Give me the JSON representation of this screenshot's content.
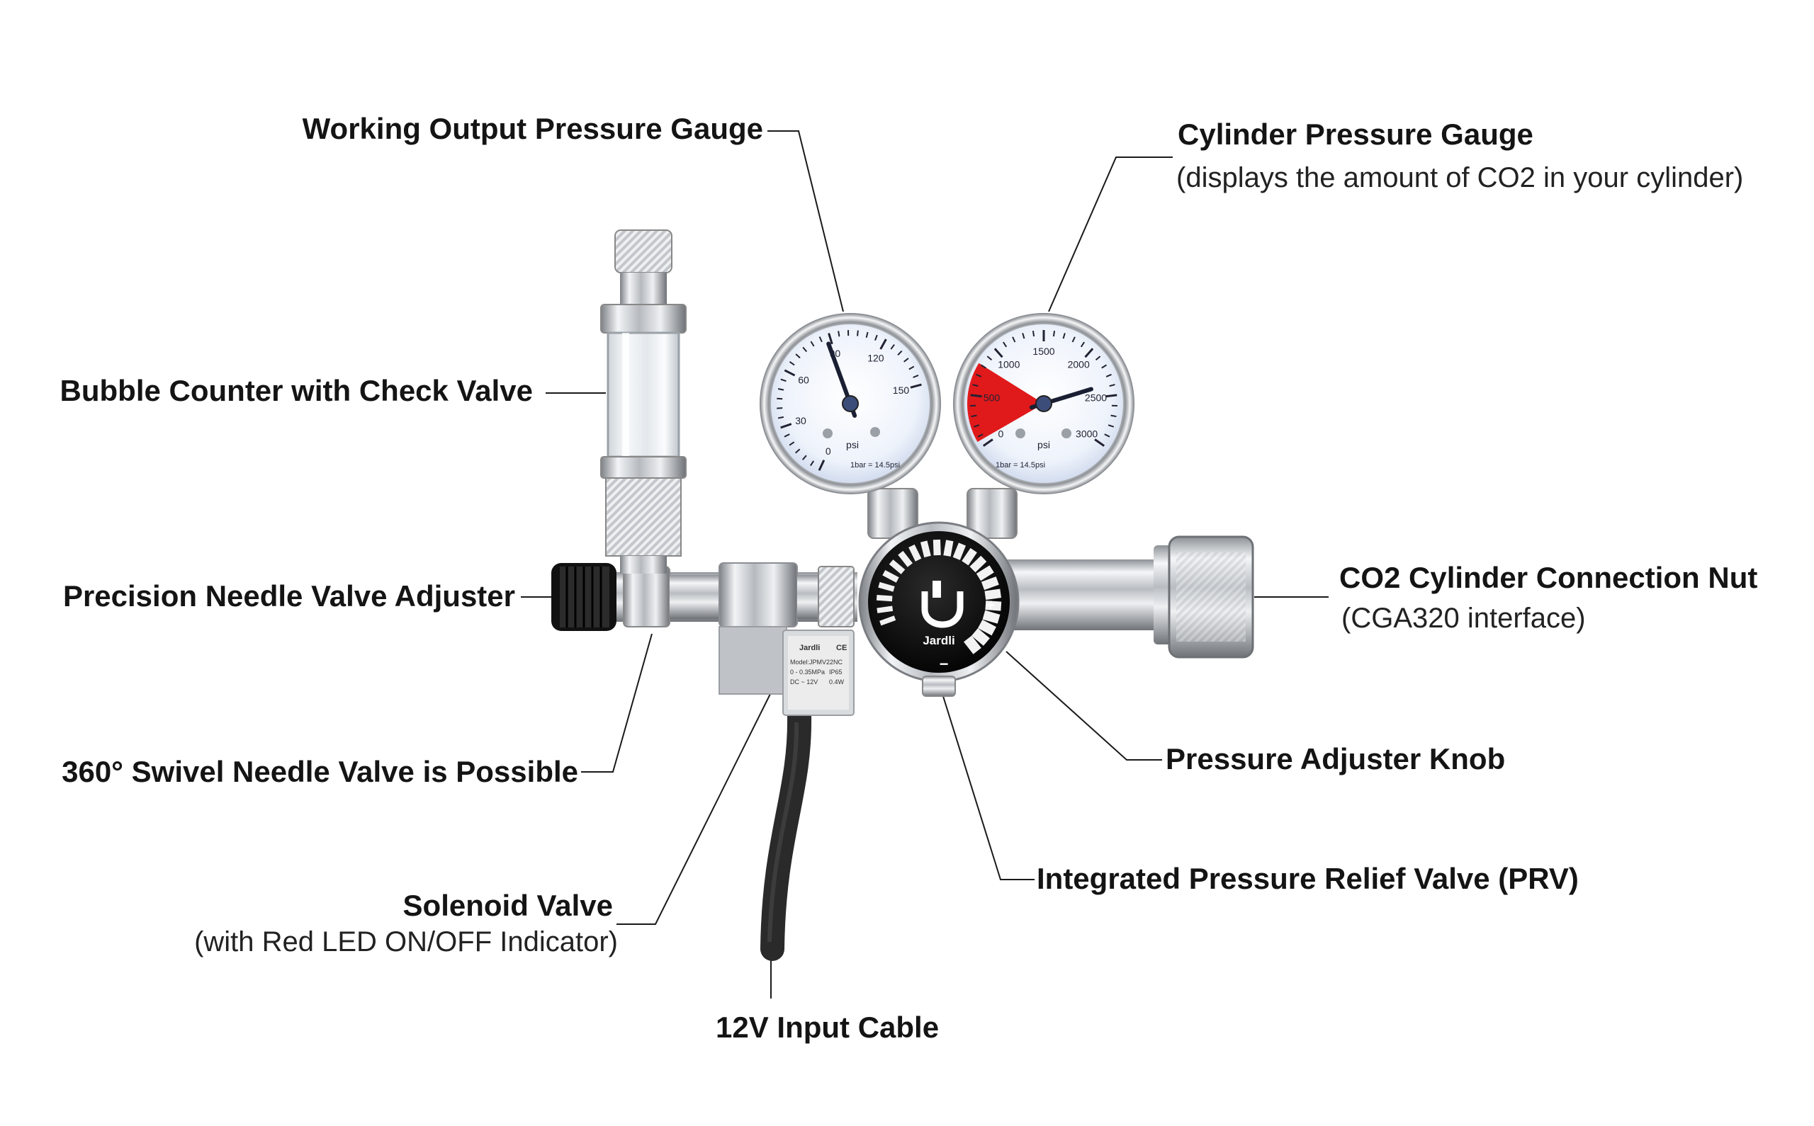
{
  "labels": {
    "output_gauge": "Working Output Pressure Gauge",
    "cylinder_gauge": "Cylinder Pressure Gauge",
    "cylinder_gauge_sub": "(displays the amount of CO2  in your cylinder)",
    "bubble_counter": "Bubble Counter with Check Valve",
    "needle_valve": "Precision Needle Valve Adjuster",
    "connection_nut": "CO2 Cylinder Connection Nut",
    "connection_nut_sub": "(CGA320 interface)",
    "swivel": "360° Swivel Needle Valve is Possible",
    "pressure_knob": "Pressure Adjuster Knob",
    "prv": "Integrated Pressure Relief Valve (PRV)",
    "solenoid": "Solenoid Valve",
    "solenoid_sub": "(with Red LED ON/OFF Indicator)",
    "cable": "12V Input Cable"
  },
  "output_gauge_face": {
    "ticks": [
      "0",
      "30",
      "60",
      "90",
      "120",
      "150"
    ],
    "unit": "psi",
    "note": "1bar = 14.5psi"
  },
  "cylinder_gauge_face": {
    "ticks": [
      "0",
      "500",
      "1000",
      "1500",
      "2000",
      "2500",
      "3000"
    ],
    "unit": "psi",
    "note": "1bar = 14.5psi",
    "red_zone_color": "#e0191b"
  },
  "knob": {
    "brand": "Jardli",
    "plus": "+",
    "minus": "−"
  },
  "solenoid_plate": {
    "brand": "Jardli",
    "cert": "CE",
    "model": "Model:JPMV22NC",
    "pressure": "0 - 0.35MPa",
    "ip": "IP65",
    "voltage": "DC ~ 12V",
    "power": "0.4W"
  }
}
